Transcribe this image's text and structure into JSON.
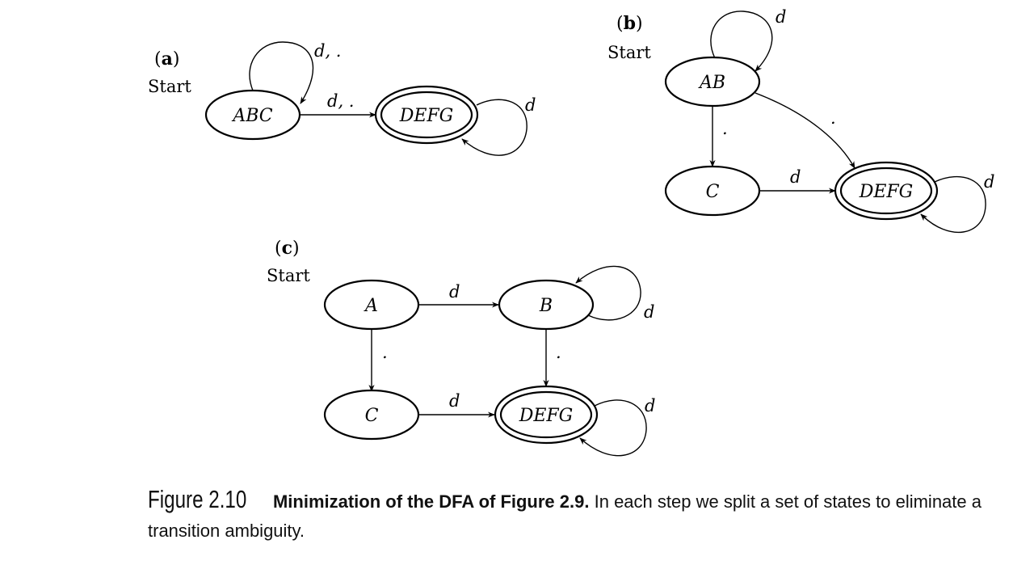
{
  "panels": {
    "a": {
      "letter": "a",
      "start": "Start",
      "states": [
        "ABC",
        "DEFG"
      ],
      "edges": [
        {
          "from": "ABC",
          "to": "ABC",
          "label": "d, ."
        },
        {
          "from": "ABC",
          "to": "DEFG",
          "label": "d, ."
        },
        {
          "from": "DEFG",
          "to": "DEFG",
          "label": "d"
        }
      ]
    },
    "b": {
      "letter": "b",
      "start": "Start",
      "states": [
        "AB",
        "C",
        "DEFG"
      ],
      "edges": [
        {
          "from": "AB",
          "to": "AB",
          "label": "d"
        },
        {
          "from": "AB",
          "to": "C",
          "label": "."
        },
        {
          "from": "AB",
          "to": "DEFG",
          "label": "."
        },
        {
          "from": "C",
          "to": "DEFG",
          "label": "d"
        },
        {
          "from": "DEFG",
          "to": "DEFG",
          "label": "d"
        }
      ]
    },
    "c": {
      "letter": "c",
      "start": "Start",
      "states": [
        "A",
        "B",
        "C",
        "DEFG"
      ],
      "edges": [
        {
          "from": "A",
          "to": "B",
          "label": "d"
        },
        {
          "from": "B",
          "to": "B",
          "label": "d"
        },
        {
          "from": "A",
          "to": "C",
          "label": "."
        },
        {
          "from": "B",
          "to": "DEFG",
          "label": "."
        },
        {
          "from": "C",
          "to": "DEFG",
          "label": "d"
        },
        {
          "from": "DEFG",
          "to": "DEFG",
          "label": "d"
        }
      ]
    }
  },
  "caption": {
    "number": "Figure 2.10",
    "title": "Minimization of the DFA of Figure 2.9.",
    "text": "In each step we split a set of states to eliminate a transition ambiguity."
  }
}
